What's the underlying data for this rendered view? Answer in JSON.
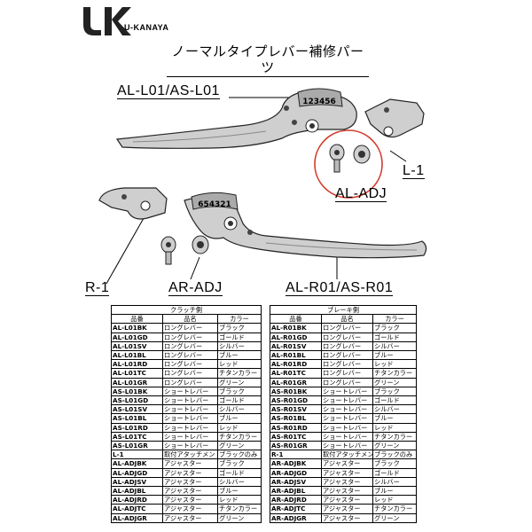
{
  "brand": {
    "logo_letters": "UK",
    "name": "U-KANAYA"
  },
  "title": "ノーマルタイプレバー補修パーツ",
  "diagram_labels": {
    "top_lever": "AL-L01/AS-L01",
    "holder_right": "L-1",
    "adjuster_top": "AL-ADJ",
    "holder_left": "R-1",
    "adjuster_bottom": "AR-ADJ",
    "bottom_lever": "AL-R01/AS-R01",
    "dial_top": "123456",
    "dial_bottom": "654321"
  },
  "colors": {
    "highlight_circle": "#d33a2c",
    "lever_fill": "#cfcfcf",
    "lever_stroke": "#222222"
  },
  "clutch_table": {
    "section": "クラッチ側",
    "headers": [
      "品番",
      "品名",
      "カラー"
    ],
    "rows": [
      [
        "AL-L01BK",
        "ロングレバー",
        "ブラック"
      ],
      [
        "AL-L01GD",
        "ロングレバー",
        "ゴールド"
      ],
      [
        "AL-L01SV",
        "ロングレバー",
        "シルバー"
      ],
      [
        "AL-L01BL",
        "ロングレバー",
        "ブルー"
      ],
      [
        "AL-L01RD",
        "ロングレバー",
        "レッド"
      ],
      [
        "AL-L01TC",
        "ロングレバー",
        "チタンカラー"
      ],
      [
        "AL-L01GR",
        "ロングレバー",
        "グリーン"
      ],
      [
        "AS-L01BK",
        "ショートレバー",
        "ブラック"
      ],
      [
        "AS-L01GD",
        "ショートレバー",
        "ゴールド"
      ],
      [
        "AS-L01SV",
        "ショートレバー",
        "シルバー"
      ],
      [
        "AS-L01BL",
        "ショートレバー",
        "ブルー"
      ],
      [
        "AS-L01RD",
        "ショートレバー",
        "レッド"
      ],
      [
        "AS-L01TC",
        "ショートレバー",
        "チタンカラー"
      ],
      [
        "AS-L01GR",
        "ショートレバー",
        "グリーン"
      ],
      [
        "L-1",
        "取付アタッチメント",
        "ブラックのみ"
      ],
      [
        "AL-ADJBK",
        "アジャスター",
        "ブラック"
      ],
      [
        "AL-ADJGD",
        "アジャスター",
        "ゴールド"
      ],
      [
        "AL-ADJSV",
        "アジャスター",
        "シルバー"
      ],
      [
        "AL-ADJBL",
        "アジャスター",
        "ブルー"
      ],
      [
        "AL-ADJRD",
        "アジャスター",
        "レッド"
      ],
      [
        "AL-ADJTC",
        "アジャスター",
        "チタンカラー"
      ],
      [
        "AL-ADJGR",
        "アジャスター",
        "グリーン"
      ]
    ]
  },
  "brake_table": {
    "section": "ブレーキ側",
    "headers": [
      "品番",
      "品名",
      "カラー"
    ],
    "rows": [
      [
        "AL-R01BK",
        "ロングレバー",
        "ブラック"
      ],
      [
        "AL-R01GD",
        "ロングレバー",
        "ゴールド"
      ],
      [
        "AL-R01SV",
        "ロングレバー",
        "シルバー"
      ],
      [
        "AL-R01BL",
        "ロングレバー",
        "ブルー"
      ],
      [
        "AL-R01RD",
        "ロングレバー",
        "レッド"
      ],
      [
        "AL-R01TC",
        "ロングレバー",
        "チタンカラー"
      ],
      [
        "AL-R01GR",
        "ロングレバー",
        "グリーン"
      ],
      [
        "AS-R01BK",
        "ショートレバー",
        "ブラック"
      ],
      [
        "AS-R01GD",
        "ショートレバー",
        "ゴールド"
      ],
      [
        "AS-R01SV",
        "ショートレバー",
        "シルバー"
      ],
      [
        "AS-R01BL",
        "ショートレバー",
        "ブルー"
      ],
      [
        "AS-R01RD",
        "ショートレバー",
        "レッド"
      ],
      [
        "AS-R01TC",
        "ショートレバー",
        "チタンカラー"
      ],
      [
        "AS-R01GR",
        "ショートレバー",
        "グリーン"
      ],
      [
        "R-1",
        "取付アタッチメント",
        "ブラックのみ"
      ],
      [
        "AR-ADJBK",
        "アジャスター",
        "ブラック"
      ],
      [
        "AR-ADJGD",
        "アジャスター",
        "ゴールド"
      ],
      [
        "AR-ADJSV",
        "アジャスター",
        "シルバー"
      ],
      [
        "AR-ADJBL",
        "アジャスター",
        "ブルー"
      ],
      [
        "AR-ADJRD",
        "アジャスター",
        "レッド"
      ],
      [
        "AR-ADJTC",
        "アジャスター",
        "チタンカラー"
      ],
      [
        "AR-ADJGR",
        "アジャスター",
        "グリーン"
      ]
    ]
  }
}
